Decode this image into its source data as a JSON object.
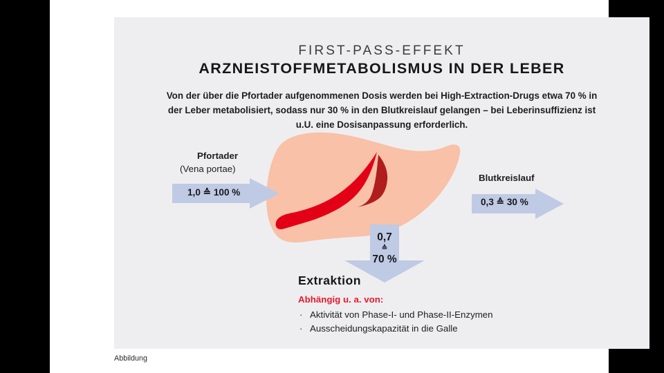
{
  "colors": {
    "panel_bg": "#eeeef0",
    "page_bg": "#ffffff",
    "letterbox": "#000000",
    "arrow_fill": "#bfcae4",
    "liver_fill": "#f8c1a8",
    "vessel_bright_red": "#e30016",
    "vessel_dark_red": "#b01d1d",
    "accent_red": "#e8192c",
    "text_dark": "#17171a"
  },
  "header": {
    "eyebrow": "FIRST-PASS-EFFEKT",
    "title": "ARZNEISTOFFMETABOLISMUS IN DER LEBER",
    "intro": "Von der über die Pfortader aufgenommenen Dosis werden bei High-Extraction-Drugs etwa 70 % in der Leber metabolisiert, sodass nur 30 % in den Blutkreislauf gelangen – bei Leberinsuffizienz ist u.U. eine Dosisanpassung erforderlich."
  },
  "diagram": {
    "liver_name": "liver-illustration",
    "portal_inflow": {
      "label_line1": "Pfortader",
      "label_line2": "(Vena portae)",
      "value": "1,0 ≙ 100 %",
      "dose_fraction": "1,0",
      "percent": "100 %",
      "direction": "right"
    },
    "blood_outflow": {
      "label": "Blutkreislauf",
      "value": "0,3 ≙ 30 %",
      "dose_fraction": "0,3",
      "percent": "30 %",
      "direction": "right"
    },
    "extraction_arrow": {
      "value_top": "0,7",
      "equals_symbol": "≙",
      "value_bottom": "70 %",
      "direction": "down"
    }
  },
  "extraction": {
    "title": "Extraktion",
    "subtitle": "Abhängig u. a. von:",
    "bullet_char": "·",
    "items": [
      "Aktivität von Phase-I- und Phase-II-Enzymen",
      "Ausscheidungskapazität in die Galle"
    ]
  },
  "footer": {
    "caption": "Abbildung"
  }
}
